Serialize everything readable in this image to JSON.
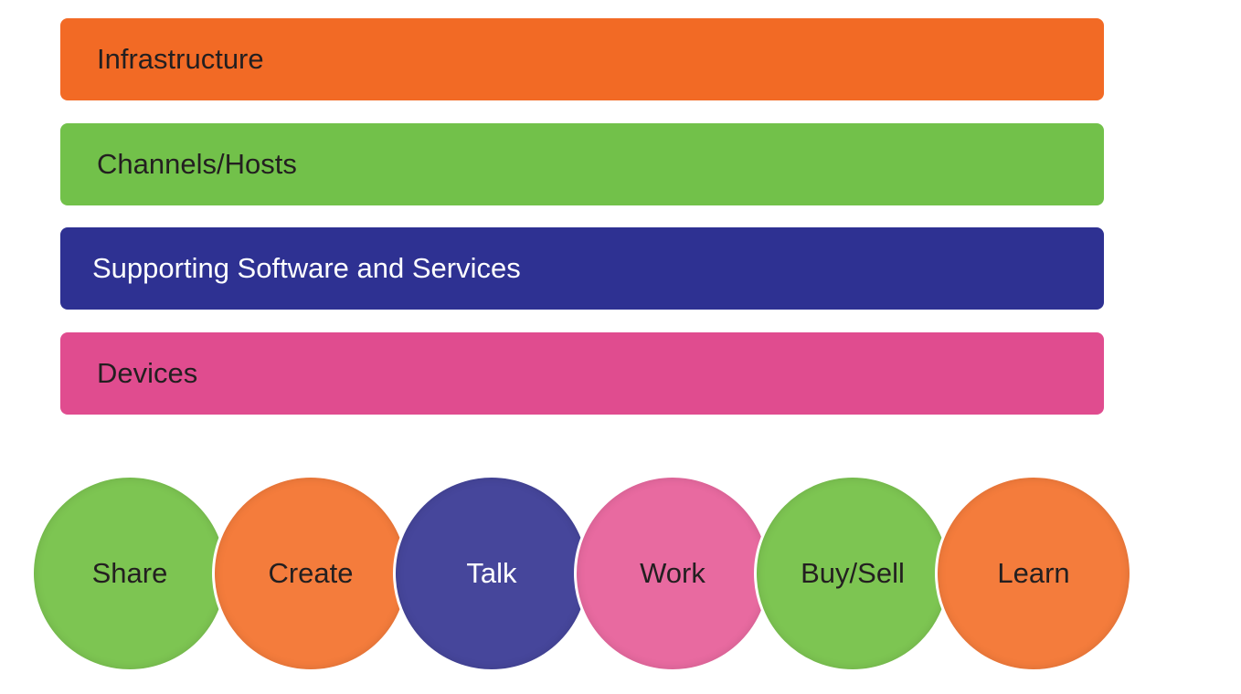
{
  "layers": [
    {
      "label": "Infrastructure",
      "color": "#f26a25"
    },
    {
      "label": "Channels/Hosts",
      "color": "#72c14a"
    },
    {
      "label": "Supporting Software and Services",
      "color": "#2e3192"
    },
    {
      "label": "Devices",
      "color": "#e04c8f"
    }
  ],
  "activities": [
    {
      "label": "Share",
      "color": "#7dc552"
    },
    {
      "label": "Create",
      "color": "#f47c3c"
    },
    {
      "label": "Talk",
      "color": "#46469b"
    },
    {
      "label": "Work",
      "color": "#e86aa0"
    },
    {
      "label": "Buy/Sell",
      "color": "#7dc552"
    },
    {
      "label": "Learn",
      "color": "#f47c3c"
    }
  ]
}
